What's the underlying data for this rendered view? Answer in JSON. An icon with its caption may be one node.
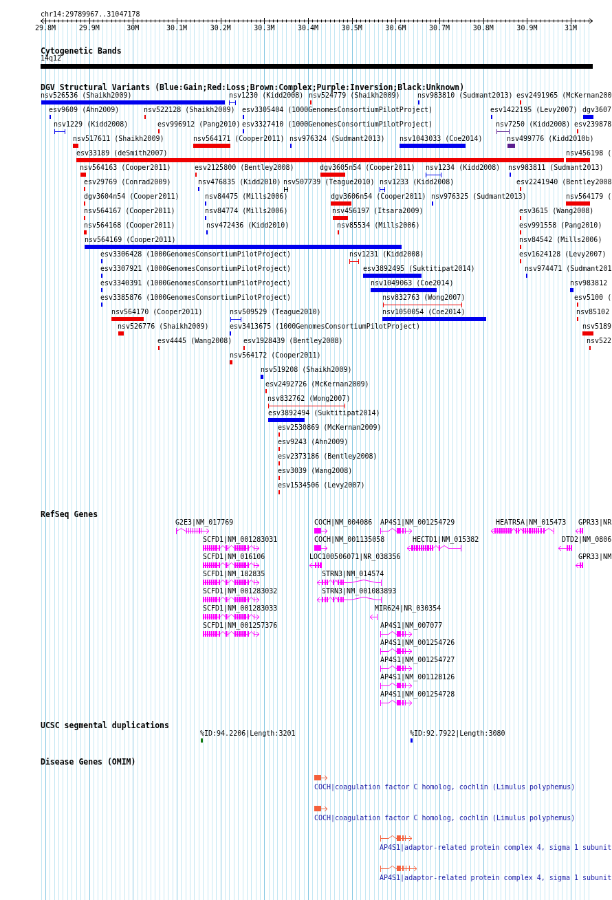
{
  "diagram": {
    "title": "chr14:29789967..31047178",
    "labels": [
      "29.8M",
      "29.9M",
      "30M",
      "30.1M",
      "30.2M",
      "30.3M",
      "30.4M",
      "30.5M",
      "30.6M",
      "30.7M",
      "30.8M",
      "30.9M",
      "31M",
      "Cytogenetic Bands",
      "14q12",
      "DGV Structural Variants (Blue:Gain;Red:Loss;Brown:Complex;Purple:Inversion;Black:Unknown)",
      "nsv526536 (Shaikh2009)",
      "nsv1230 (Kidd2008)",
      "nsv524779 (Shaikh2009)",
      "nsv983810 (Sudmant2013)",
      "esv2491965 (McKernan200",
      "esv9609 (Ahn2009)",
      "nsv522128 (Shaikh2009)",
      "esv3305404 (1000GenomesConsortiumPilotProject)",
      "esv1422195 (Levy2007)",
      "dgv3607",
      "nsv1229 (Kidd2008)",
      "esv996912 (Pang2010)",
      "esv3327410 (1000GenomesConsortiumPilotProject)",
      "nsv7250 (Kidd2008)",
      "esv239878",
      "nsv517611 (Shaikh2009)",
      "nsv564171 (Cooper2011)",
      "nsv976324 (Sudmant2013)",
      "nsv1043033 (Coe2014)",
      "nsv499776 (Kidd2010b)",
      "esv33189 (deSmith2007)",
      "nsv456198 (",
      "nsv564163 (Cooper2011)",
      "esv2125800 (Bentley2008)",
      "dgv3605n54 (Cooper2011)",
      "nsv1234 (Kidd2008)",
      "nsv983811 (Sudmant2013)",
      "esv29769 (Conrad2009)",
      "nsv476835 (Kidd2010)",
      "nsv507739 (Teague2010)",
      "nsv1233 (Kidd2008)",
      "esv2241940 (Bentley2008",
      "dgv3604n54 (Cooper2011)",
      "nsv84475 (Mills2006)",
      "dgv3606n54 (Cooper2011)",
      "nsv976325 (Sudmant2013)",
      "nsv564179 (",
      "nsv564167 (Cooper2011)",
      "nsv84774 (Mills2006)",
      "nsv456197 (Itsara2009)",
      "esv3615 (Wang2008)",
      "nsv564168 (Cooper2011)",
      "nsv472436 (Kidd2010)",
      "nsv85534 (Mills2006)",
      "esv991558 (Pang2010)",
      "nsv564169 (Cooper2011)",
      "nsv84542 (Mills2006)",
      "esv3306428 (1000GenomesConsortiumPilotProject)",
      "nsv1231 (Kidd2008)",
      "esv1624128 (Levy2007)",
      "esv3307921 (1000GenomesConsortiumPilotProject)",
      "esv3892495 (Suktitipat2014)",
      "nsv974471 (Sudmant201",
      "esv3340391 (1000GenomesConsortiumPilotProject)",
      "nsv1049063 (Coe2014)",
      "nsv983812",
      "esv3385876 (1000GenomesConsortiumPilotProject)",
      "nsv832763 (Wong2007)",
      "esv5100 (",
      "nsv564170 (Cooper2011)",
      "nsv509529 (Teague2010)",
      "nsv1050054 (Coe2014)",
      "nsv85102",
      "nsv526776 (Shaikh2009)",
      "esv3413675 (1000GenomesConsortiumPilotProject)",
      "nsv5189",
      "esv4445 (Wang2008)",
      "esv1928439 (Bentley2008)",
      "nsv522",
      "nsv564172 (Cooper2011)",
      "nsv519208 (Shaikh2009)",
      "esv2492726 (McKernan2009)",
      "nsv832762 (Wong2007)",
      "esv3892494 (Suktitipat2014)",
      "esv2530869 (McKernan2009)",
      "esv9243 (Ahn2009)",
      "esv2373186 (Bentley2008)",
      "esv3039 (Wang2008)",
      "esv1534506 (Levy2007)",
      "RefSeq Genes",
      "G2E3|NM_017769",
      "COCH|NM_004086",
      "AP4S1|NM_001254729",
      "HEATR5A|NM_015473",
      "GPR33|NR",
      "SCFD1|NM_001283031",
      "COCH|NM_001135058",
      "HECTD1|NM_015382",
      "DTD2|NM_0806",
      "SCFD1|NM_016106",
      "LOC100506071|NR_038356",
      "GPR33|NM",
      "SCFD1|NM_182835",
      "STRN3|NM_014574",
      "SCFD1|NM_001283032",
      "STRN3|NM_001083893",
      "SCFD1|NM_001283033",
      "MIR624|NR_030354",
      "SCFD1|NM_001257376",
      "AP4S1|NM_007077",
      "AP4S1|NM_001254726",
      "AP4S1|NM_001254727",
      "AP4S1|NM_001128126",
      "AP4S1|NM_001254728",
      "UCSC segmental duplications",
      "%ID:94.2206|Length:3201",
      "%ID:92.7922|Length:3080",
      "Disease Genes (OMIM)",
      "COCH|coagulation factor C homolog, cochlin (Limulus polyphemus)",
      "COCH|coagulation factor C homolog, cochlin (Limulus polyphemus)",
      "AP4S1|adaptor-related protein complex 4, sigma 1 subunit",
      "AP4S1|adaptor-related protein complex 4, sigma 1 subunit"
    ]
  }
}
